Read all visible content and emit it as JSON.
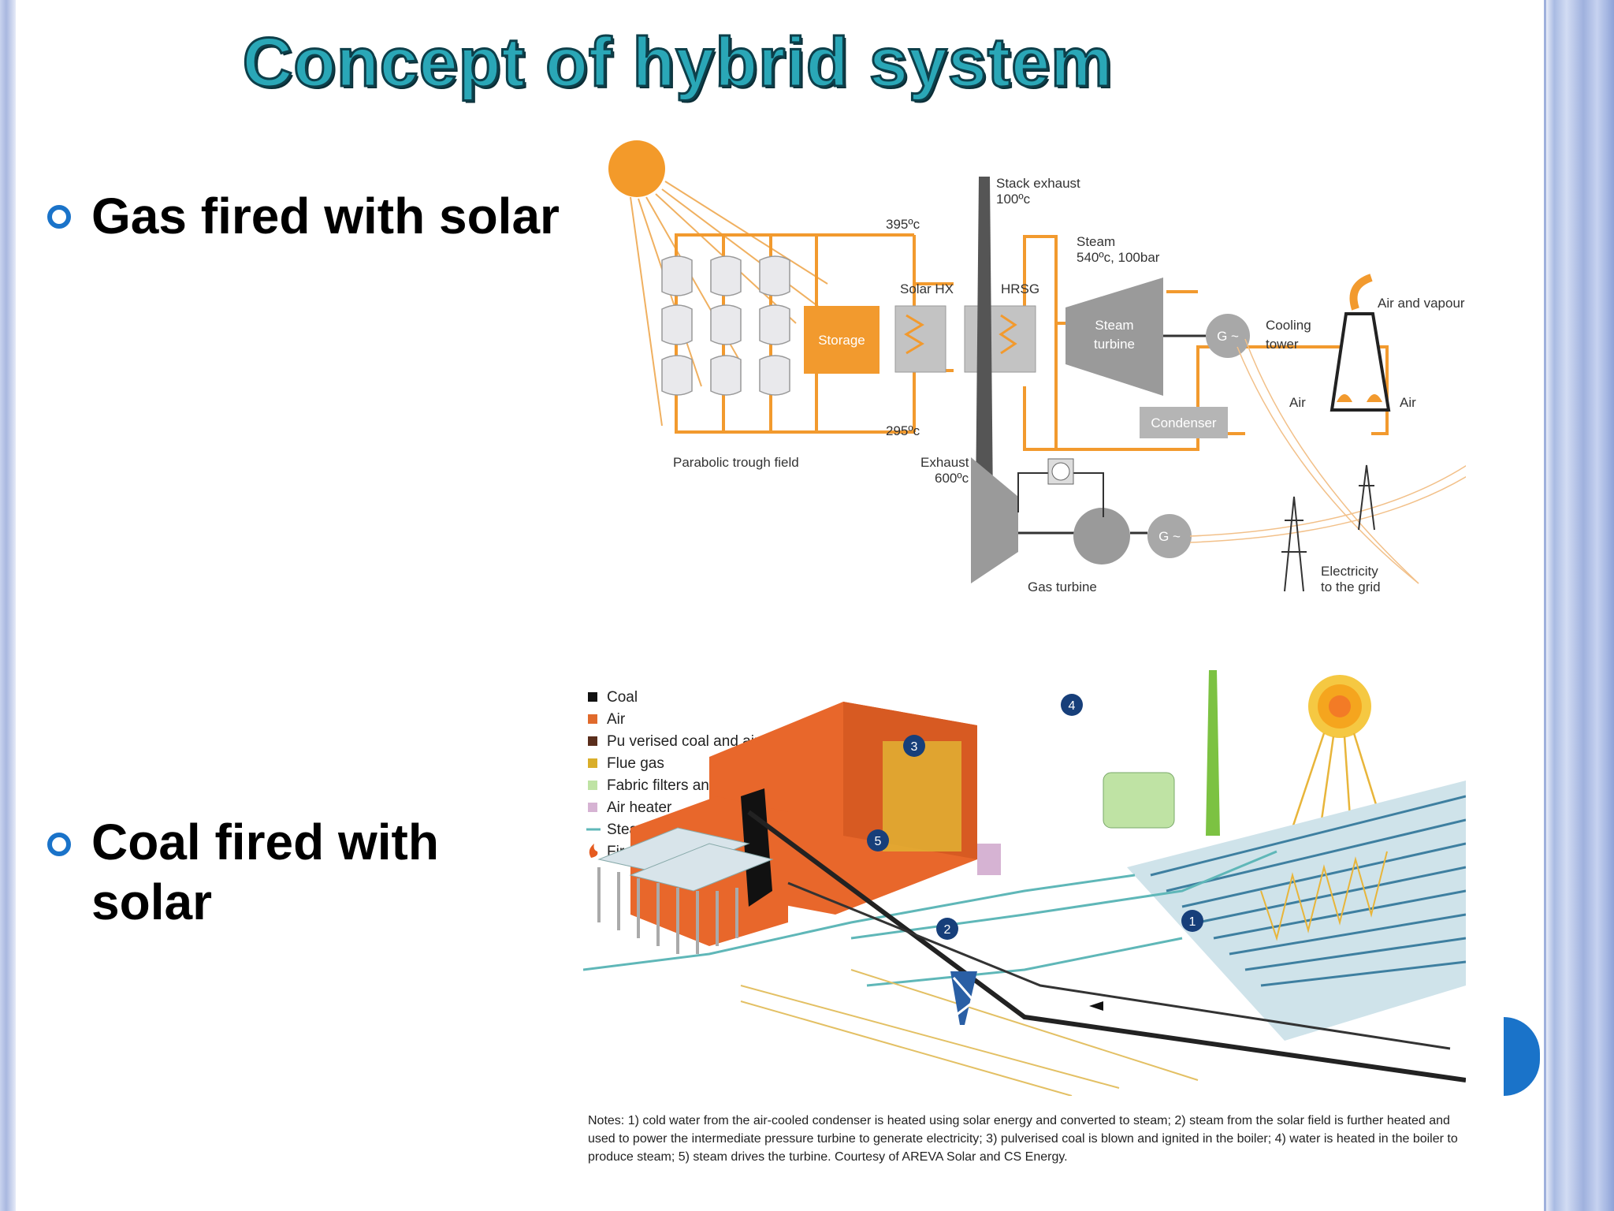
{
  "title": "Concept of hybrid system",
  "bullets": [
    {
      "text": "Gas fired with solar"
    },
    {
      "text": "Coal fired with\nsolar"
    }
  ],
  "gas_diagram": {
    "stack_exhaust": "Stack exhaust",
    "stack_temp": "100ºc",
    "temp_hot": "395ºc",
    "temp_cold": "295ºc",
    "steam": "Steam",
    "steam_cond": "540ºc, 100bar",
    "solar_hx": "Solar HX",
    "hrsg": "HRSG",
    "storage": "Storage",
    "steam_turbine_1": "Steam",
    "steam_turbine_2": "turbine",
    "generator": "G ~",
    "cooling_1": "Cooling",
    "cooling_2": "tower",
    "air_vapour": "Air and vapour",
    "air_left": "Air",
    "air_right": "Air",
    "condenser": "Condenser",
    "parabolic": "Parabolic trough field",
    "exhaust_1": "Exhaust",
    "exhaust_2": "600ºc",
    "gas_turbine": "Gas turbine",
    "electricity_1": "Electricity",
    "electricity_2": "to the grid"
  },
  "coal_diagram": {
    "legend": [
      {
        "label": "Coal",
        "color": "#111111",
        "kind": "square"
      },
      {
        "label": "Air",
        "color": "#e06a2c",
        "kind": "square"
      },
      {
        "label": "Pu verised coal and air",
        "color": "#5a2e1c",
        "kind": "square"
      },
      {
        "label": "Flue gas",
        "color": "#d9ae2a",
        "kind": "square"
      },
      {
        "label": "Fabric filters and chimney",
        "color": "#bfe3a4",
        "kind": "square"
      },
      {
        "label": "Air heater",
        "color": "#d6b3d3",
        "kind": "square"
      },
      {
        "label": "Steam and water",
        "color": "#5fb7b8",
        "kind": "line"
      },
      {
        "label": "Fire",
        "color": "#e55b1f",
        "kind": "flame"
      }
    ],
    "markers": [
      "1",
      "2",
      "3",
      "4",
      "5"
    ]
  },
  "notes": "Notes: 1) cold water from the air-cooled condenser is heated using solar energy and converted to steam; 2) steam from the solar field is further heated and used to power the intermediate pressure turbine to generate electricity; 3) pulverised coal is blown and ignited in the boiler; 4) water is heated in the boiler to produce steam; 5) steam drives the turbine. Courtesy of AREVA Solar and CS Energy.",
  "colors": {
    "title_fill": "#2aa7b7",
    "bullet": "#1a73c9",
    "pipe": "#f29a2e",
    "gray": "#b5b5b5"
  }
}
